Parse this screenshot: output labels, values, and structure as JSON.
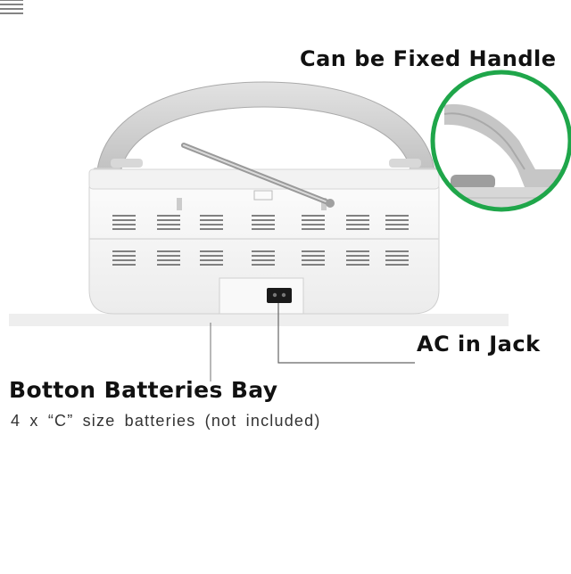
{
  "callouts": {
    "handle": "Can be Fixed Handle",
    "ac_jack": "AC in Jack",
    "battery_bay": "Botton Batteries Bay",
    "battery_note": "4 x “C” size batteries (not included)"
  },
  "colors": {
    "highlight_ring": "#1fa64a",
    "body": "#f6f6f6",
    "handle": "#c9c9c9",
    "text": "#111111"
  }
}
